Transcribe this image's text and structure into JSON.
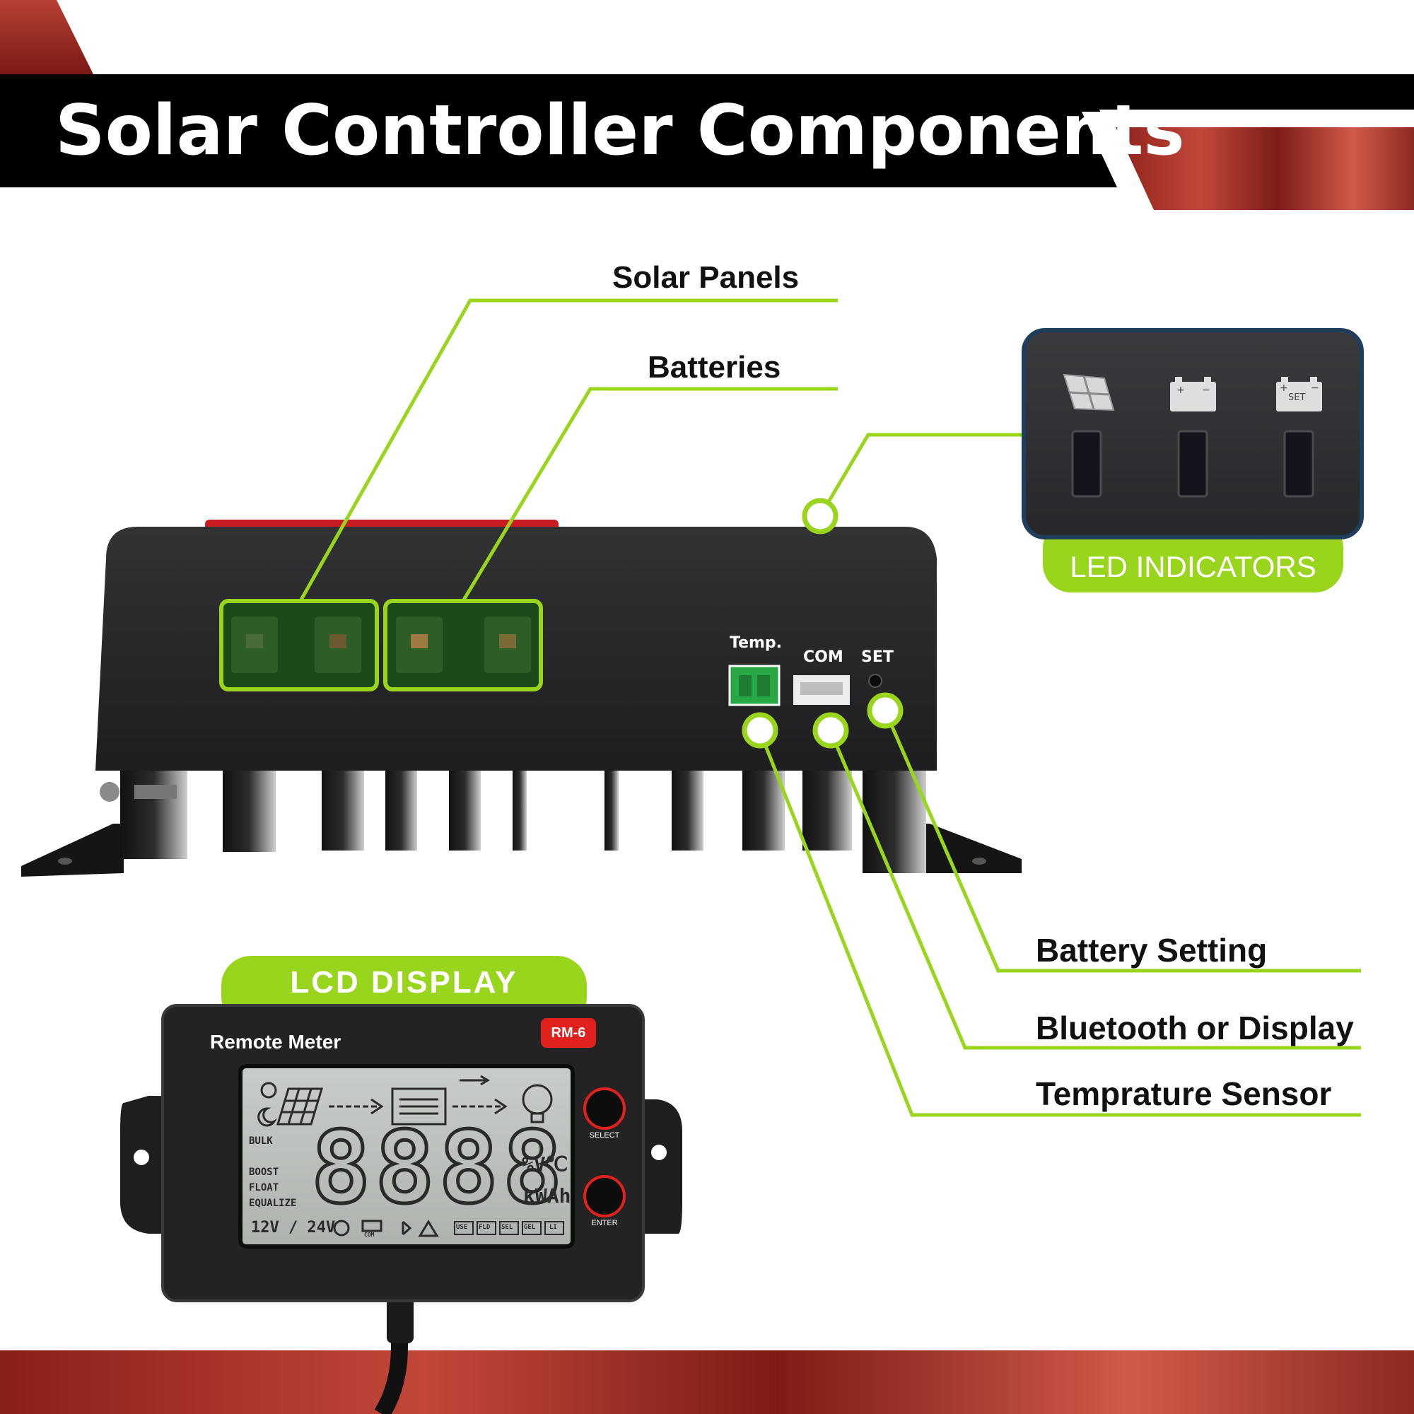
{
  "header": {
    "title": "Solar Controller Components"
  },
  "callouts": {
    "solar_panels": "Solar Panels",
    "batteries": "Batteries",
    "battery_setting": "Battery Setting",
    "bluetooth_or_display": "Bluetooth or Display",
    "temperature_sensor": "Temprature Sensor"
  },
  "pills": {
    "led_indicators": "LED INDICATORS",
    "lcd_display": "LCD DISPLAY"
  },
  "controller_ports": {
    "temp": "Temp.",
    "com": "COM",
    "set": "SET"
  },
  "led_panel": {
    "set_icon_text": "SET"
  },
  "remote_meter": {
    "name": "Remote Meter",
    "model": "RM-6",
    "digits": "8888",
    "modes": [
      "BULK",
      "BOOST",
      "FLOAT",
      "EQUALIZE"
    ],
    "voltage": "12V / 24V",
    "units_top": "%V℃",
    "units_bottom": "kWAh",
    "select_label": "SELECT",
    "enter_label": "ENTER",
    "com_icon_text": "COM",
    "status_boxes": [
      "USE",
      "FLD",
      "SEL",
      "GEL",
      "LI"
    ]
  },
  "colors": {
    "accent_green": "#9ad51e",
    "header_black": "#000000",
    "copper_red": "#9d2e24",
    "controller_body": "#2b2b2d",
    "led_panel_border": "#1f3d5c"
  }
}
